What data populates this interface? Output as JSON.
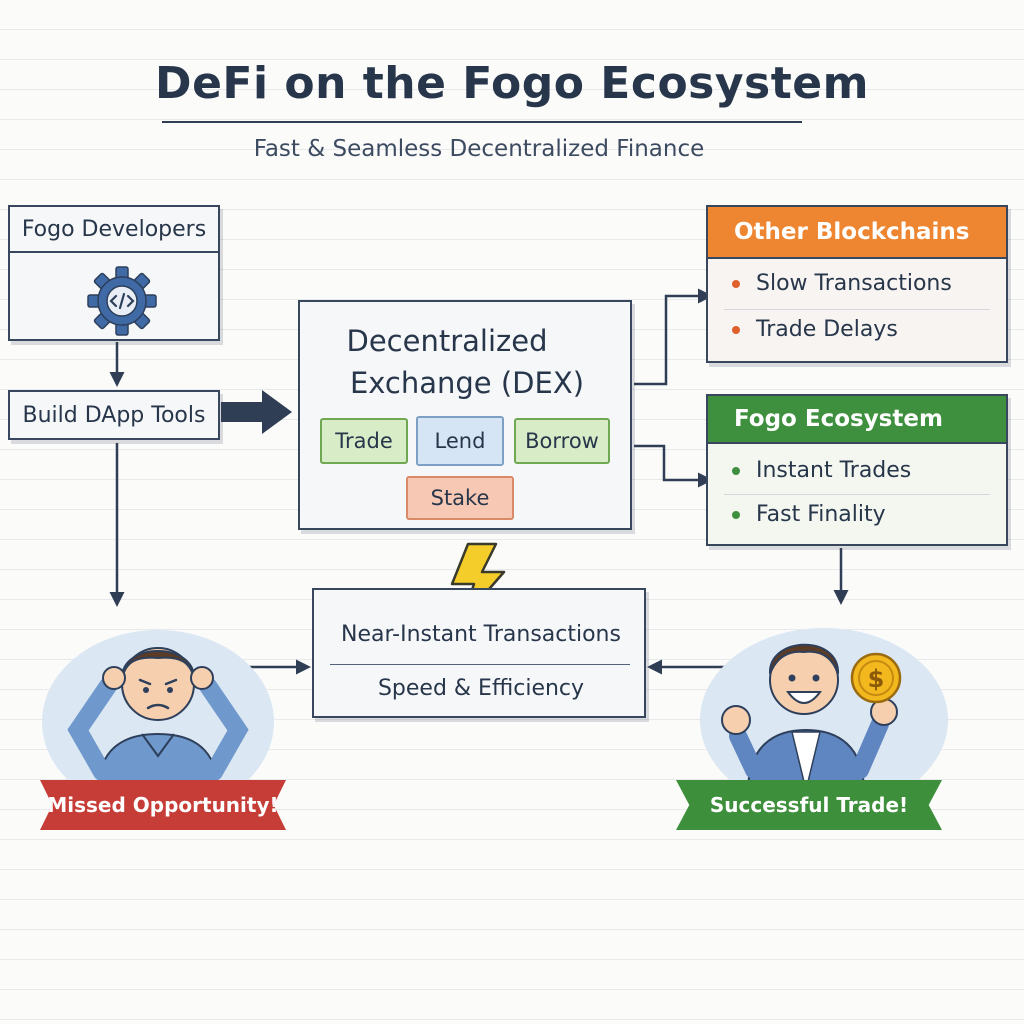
{
  "header": {
    "title": "DeFi on the Fogo Ecosystem",
    "subtitle": "Fast & Seamless Decentralized Finance"
  },
  "developers": {
    "title": "Fogo Developers",
    "icon": "gear-code-icon",
    "tools_label": "Build DApp Tools"
  },
  "dex": {
    "title_line1": "Decentralized",
    "title_line2": "Exchange (DEX)",
    "actions": [
      "Trade",
      "Lend",
      "Borrow",
      "Stake"
    ]
  },
  "other_blockchains": {
    "title": "Other Blockchains",
    "items": [
      "Slow Transactions",
      "Trade Delays"
    ]
  },
  "fogo_ecosystem": {
    "title": "Fogo Ecosystem",
    "items": [
      "Instant Trades",
      "Fast Finality"
    ]
  },
  "speed": {
    "icon": "lightning-icon",
    "line1": "Near-Instant Transactions",
    "line2": "Speed & Efficiency"
  },
  "outcomes": {
    "missed": "Missed Opportunity!",
    "success": "Successful Trade!"
  },
  "colors": {
    "ink": "#27364a",
    "orange": "#ee8531",
    "green": "#3e8f3e",
    "red": "#c63c37",
    "lightning": "#f5cd2a",
    "coin": "#f2b81d"
  }
}
